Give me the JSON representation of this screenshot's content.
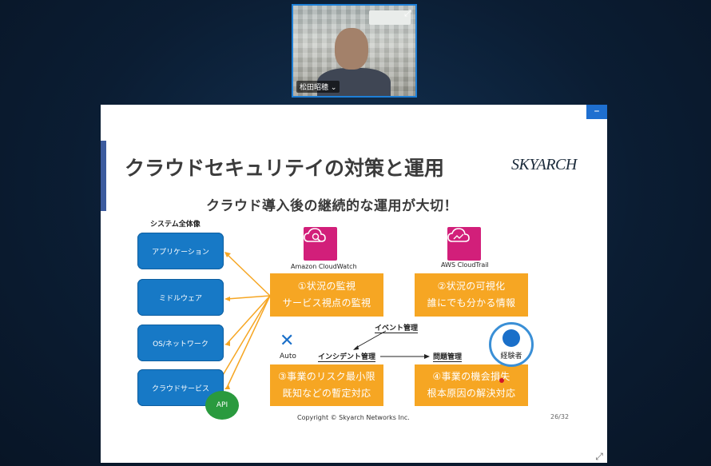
{
  "participant": {
    "name": "松田昭穂",
    "name_suffix": " ⌄"
  },
  "slide": {
    "title": "クラウドセキュリテイの対策と運用",
    "logo": "SKYARCH",
    "subtitle": "クラウド導入後の継続的な運用が大切！",
    "stack_label": "システム全体像",
    "stack": [
      "アプリケーション",
      "ミドルウェア",
      "OS/ネットワーク",
      "クラウドサービス"
    ],
    "api_label": "API",
    "services": [
      {
        "label": "Amazon CloudWatch"
      },
      {
        "label": "AWS CloudTrail"
      }
    ],
    "boxes": [
      {
        "line1": "①状況の監視",
        "line2": "サービス視点の監視"
      },
      {
        "line1": "②状況の可視化",
        "line2": "誰にでも分かる情報"
      },
      {
        "line1": "③事業のリスク最小限",
        "line2": "既知などの暫定対応"
      },
      {
        "line1": "④事業の機会損失",
        "line2": "根本原因の解決対応"
      }
    ],
    "auto_label": "Auto",
    "event_label": "イベント管理",
    "incident_label": "インシデント管理",
    "problem_label": "問題管理",
    "expert_label": "経験者",
    "copyright": "Copyright ©  Skyarch Networks Inc.",
    "page_number": "26/32"
  },
  "colors": {
    "accent": "#f6a623",
    "stack": "#1779c6",
    "api": "#2a9a3e",
    "service": "#d21f7a",
    "window_bg": "#0b1d33"
  },
  "icons": [
    "expand-icon",
    "minimize-icon",
    "fullscreen-icon",
    "cloudwatch-icon",
    "cloudtrail-icon",
    "tool-icon",
    "expert-icon"
  ]
}
